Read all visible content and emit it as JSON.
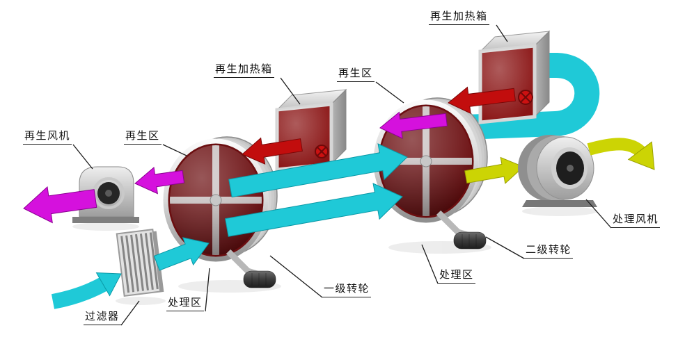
{
  "diagram": {
    "labels": {
      "regen_heater_top": "再生加热箱",
      "regen_heater_mid": "再生加热箱",
      "regen_zone_wheel2": "再生区",
      "regen_zone_wheel1": "再生区",
      "regen_fan": "再生风机",
      "process_fan": "处理风机",
      "rotor_stage2": "二级转轮",
      "rotor_stage1": "一级转轮",
      "process_zone_wheel2": "处理区",
      "process_zone_wheel1": "处理区",
      "filter": "过滤器"
    },
    "colors": {
      "process_air": "#1fc9d7",
      "regen_air": "#d511dd",
      "hot_air": "#c20d0d",
      "dry_air": "#ccd404",
      "rotor_face": "#6b0e10",
      "heater_face": "#8a1414",
      "metal_light": "#e8e8e8",
      "metal_dark": "#8a8a8a",
      "line": "#1a1a1a"
    }
  }
}
